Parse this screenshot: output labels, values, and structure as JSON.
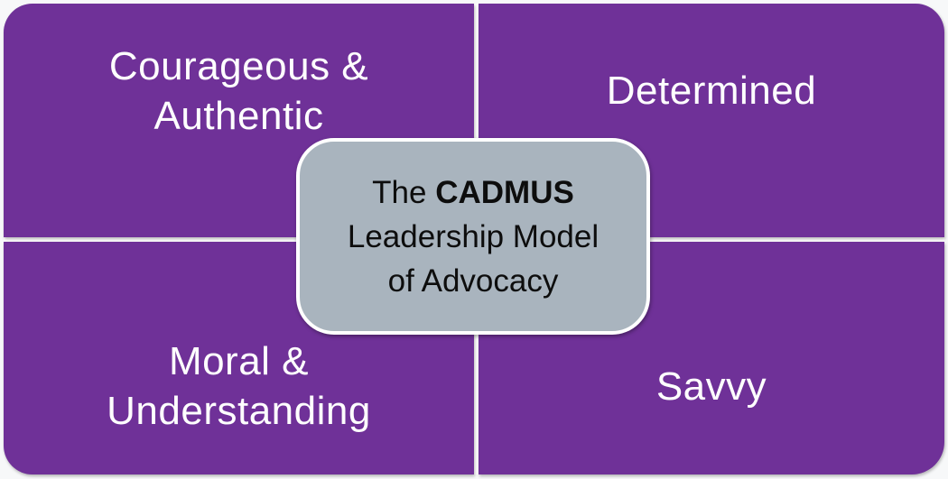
{
  "diagram": {
    "title": "The CADMUS Leadership Model of Advocacy",
    "center": {
      "title_prefix": "The ",
      "title_bold": "CADMUS",
      "line2": "Leadership Model",
      "line3": "of Advocacy"
    },
    "quadrants": [
      {
        "position": "top-left",
        "lines": [
          "Courageous &",
          "Authentic"
        ]
      },
      {
        "position": "top-right",
        "lines": [
          "Determined"
        ]
      },
      {
        "position": "bottom-left",
        "lines": [
          "Moral &",
          "Understanding"
        ]
      },
      {
        "position": "bottom-right",
        "lines": [
          "Savvy"
        ]
      }
    ],
    "colors": {
      "quadrant_purple": "#6F3198",
      "center_gray": "#A9B4BE",
      "background": "#F7F8F9",
      "divider_white": "#FFFFFF",
      "quadrant_text": "#FEFEFE",
      "center_text": "#0D0D0D"
    }
  }
}
